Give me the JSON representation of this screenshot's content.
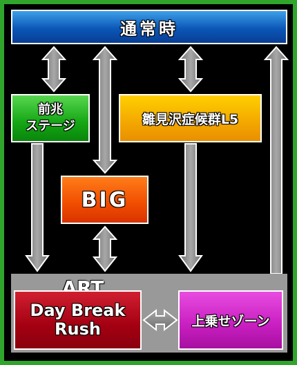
{
  "nodes": {
    "normal": "通常時",
    "zencho_line1": "前兆",
    "zencho_line2": "ステージ",
    "hinami": "雛見沢症候群L5",
    "big": "BIG",
    "art_title": "ART",
    "art_line1": "Day Break",
    "art_line2": "Rush",
    "uwanose": "上乗せゾーン"
  },
  "colors": {
    "outer_border": "#2fa52c",
    "background": "#000000",
    "arrow": "#8a8a8a",
    "normal": "#0b57b8",
    "zencho": "#14a614",
    "hinami": "#f3a700",
    "big": "#f04c00",
    "art": "#a30012",
    "uwanose": "#c81ec0"
  }
}
